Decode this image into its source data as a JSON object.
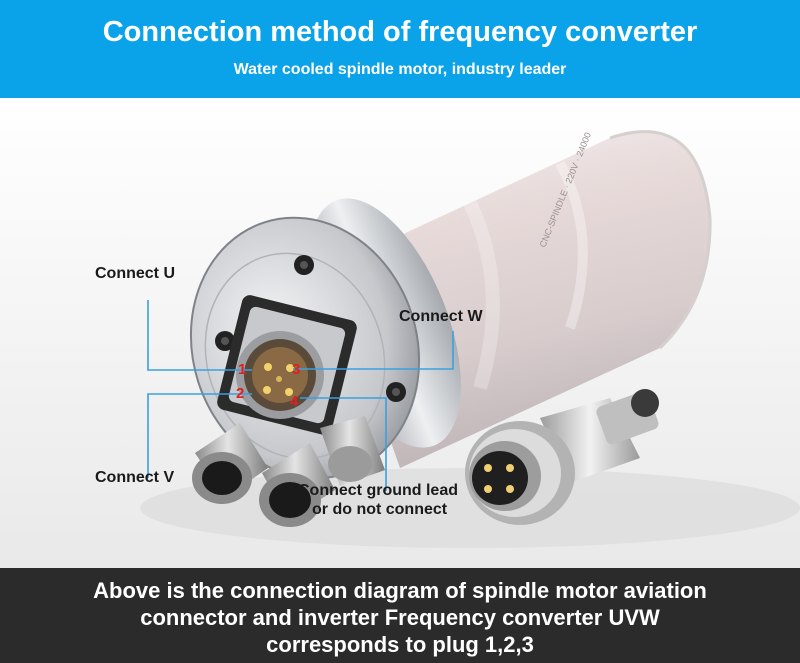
{
  "header": {
    "title": "Connection method of frequency converter",
    "subtitle": "Water cooled spindle motor, industry leader"
  },
  "labels": {
    "connect_u": "Connect U",
    "connect_w": "Connect W",
    "connect_v": "Connect V",
    "ground_line1": "Connect ground lead",
    "ground_line2": "or do not connect"
  },
  "pins": {
    "p1": "1",
    "p2": "2",
    "p3": "3",
    "p4": "4"
  },
  "footer": {
    "line1": "Above is the connection diagram of spindle motor aviation",
    "line2": "connector and inverter Frequency converter UVW",
    "line3": "corresponds to plug 1,2,3"
  },
  "colors": {
    "header_bg": "#0aa3ea",
    "footer_bg": "#2b2b2b",
    "leader_line": "#3aa0e0",
    "pin_label": "#e02020"
  }
}
